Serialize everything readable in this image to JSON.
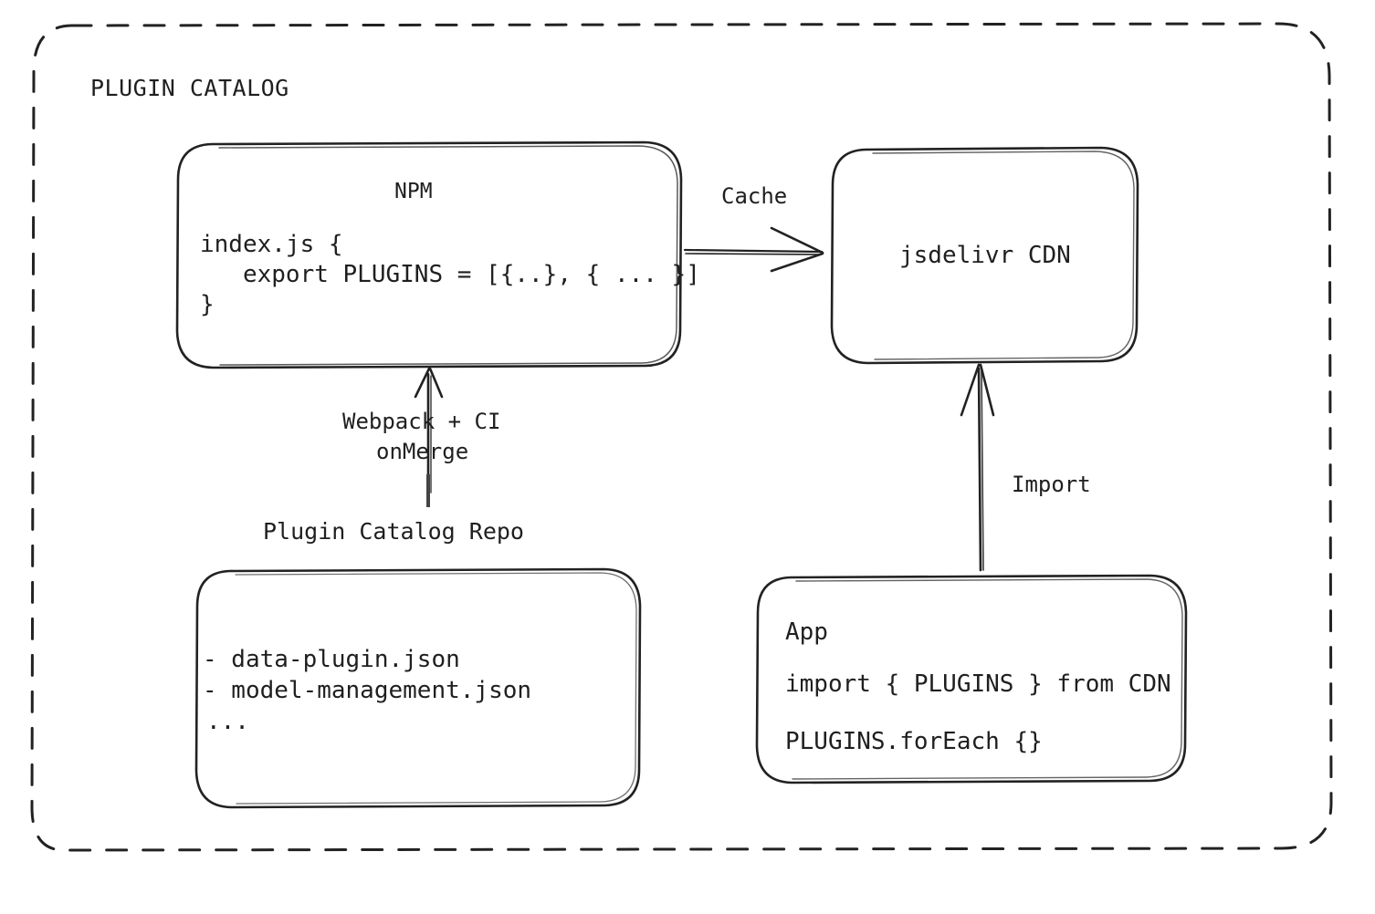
{
  "diagram": {
    "group": {
      "title": "PLUGIN CATALOG"
    },
    "nodes": {
      "npm": {
        "title": "NPM",
        "code_lines": [
          "index.js {",
          "   export PLUGINS = [{..}, { ... }]",
          "}"
        ]
      },
      "cdn": {
        "title": "jsdelivr CDN"
      },
      "repo": {
        "caption": "Plugin Catalog Repo",
        "lines": [
          "- data-plugin.json",
          "- model-management.json",
          "..."
        ]
      },
      "app": {
        "title": "App",
        "lines": [
          "import { PLUGINS } from CDN",
          "PLUGINS.forEach {}"
        ]
      }
    },
    "edges": {
      "cache": {
        "label": "Cache"
      },
      "build": {
        "label_line1": "Webpack + CI",
        "label_line2": "onMerge"
      },
      "import": {
        "label": "Import"
      }
    },
    "colors": {
      "stroke": "#222222",
      "background": "#ffffff",
      "text": "#1f1f1f"
    }
  }
}
